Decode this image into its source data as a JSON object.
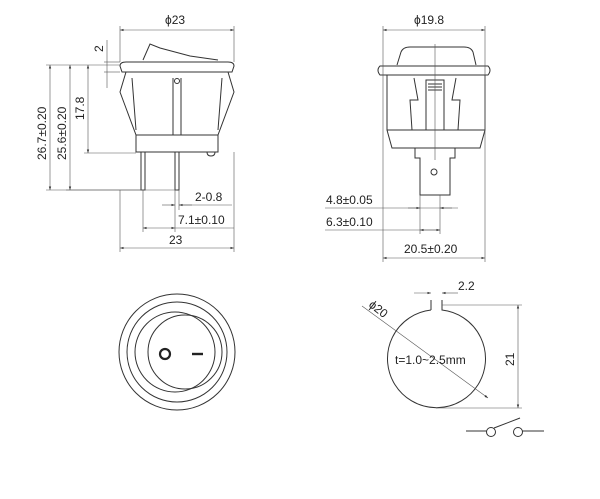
{
  "side_view": {
    "width_top": "ϕ23",
    "rocker_height": "2",
    "height_total": "26.7±0.20",
    "height_pins": "25.6±0.20",
    "height_body": "17.8",
    "pin_thickness": "2-0.8",
    "pin_spacing": "7.1±0.10",
    "width_bottom": "23"
  },
  "front_side_view": {
    "diameter": "ϕ19.8",
    "terminal_width": "4.8±0.05",
    "terminal_spacing": "6.3±0.10",
    "body_width": "20.5±0.20"
  },
  "top_view": {
    "off_symbol": "O",
    "on_symbol": "–"
  },
  "panel_cutout": {
    "key_width": "2.2",
    "diameter": "ϕ20",
    "thickness": "t=1.0~2.5mm",
    "height": "21"
  }
}
